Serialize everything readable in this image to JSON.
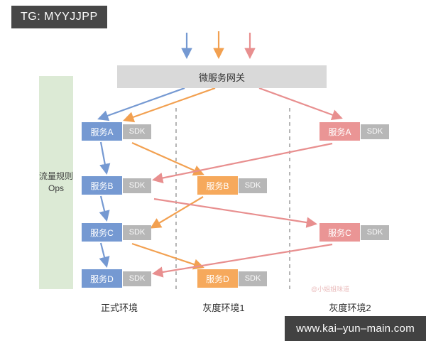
{
  "badges": {
    "tg": "TG: MYYJJPP",
    "site": "www.kai–yun–main.com"
  },
  "gateway": {
    "label": "微服务网关"
  },
  "sidebar": {
    "line1": "流量规则",
    "line2": "Ops"
  },
  "sdk_label": "SDK",
  "columns": {
    "production": {
      "label": "正式环境"
    },
    "canary1": {
      "label": "灰度环境1"
    },
    "canary2": {
      "label": "灰度环境2"
    }
  },
  "services": {
    "prod": [
      {
        "label": "服务A"
      },
      {
        "label": "服务B"
      },
      {
        "label": "服务C"
      },
      {
        "label": "服务D"
      }
    ],
    "canary1": [
      {
        "label": "服务B"
      },
      {
        "label": "服务D"
      }
    ],
    "canary2": [
      {
        "label": "服务A"
      },
      {
        "label": "服务C"
      }
    ]
  },
  "watermark": "@小姐姐味道",
  "colors": {
    "blue": "#7599d2",
    "orange": "#f2a050",
    "pink": "#e88f8f",
    "gateway_gray": "#d9d9d9",
    "sidebar_green": "#dcead5",
    "sdk_gray": "#b7b7b7"
  },
  "flows": [
    {
      "color": "blue",
      "name": "production-route",
      "path": [
        "微服务网关",
        "服务A(正式)",
        "服务B(正式)",
        "服务C(正式)",
        "服务D(正式)"
      ]
    },
    {
      "color": "orange",
      "name": "canary1-route",
      "path": [
        "微服务网关",
        "服务A(正式)",
        "服务B(灰度1)",
        "服务C(正式)",
        "服务D(灰度1)"
      ]
    },
    {
      "color": "pink",
      "name": "canary2-route",
      "path": [
        "微服务网关",
        "服务A(灰度2)",
        "服务B(正式)",
        "服务C(灰度2)",
        "服务D(正式)"
      ]
    }
  ]
}
